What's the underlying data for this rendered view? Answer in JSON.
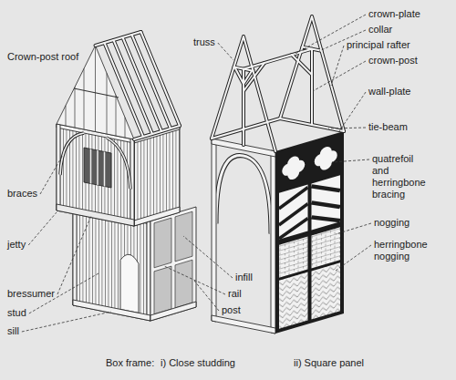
{
  "diagram": {
    "labels": [
      "Crown-post roof",
      "truss",
      "crown-plate",
      "collar",
      "principal rafter",
      "crown-post",
      "wall-plate",
      "tie-beam",
      "quatrefoil and herringbone bracing",
      "braces",
      "nogging",
      "herringbone nogging",
      "jetty",
      "bressumer",
      "infill",
      "rail",
      "post",
      "stud",
      "sill",
      "Box frame:",
      "i) Close studding",
      "ii) Square panel"
    ]
  }
}
